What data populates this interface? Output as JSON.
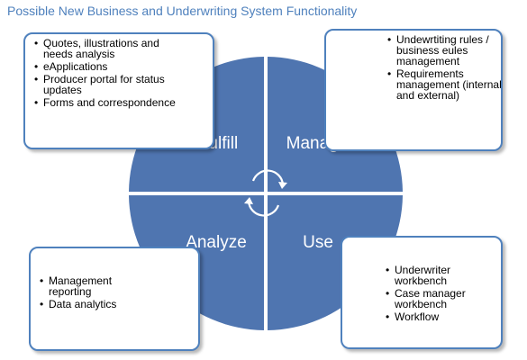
{
  "title": "Possible New Business and Underwriting System Functionality",
  "colors": {
    "accent": "#4f81bd",
    "quadrant_fill": "#4f75b0",
    "text": "#000000"
  },
  "quadrants": [
    {
      "id": "fulfill",
      "label": "Fulfill",
      "items": [
        "Quotes, illustrations and needs analysis",
        "eApplications",
        "Producer portal for status updates",
        "Forms and correspondence"
      ]
    },
    {
      "id": "manage",
      "label": "Manage",
      "items": [
        "Undewrtiting rules / business eules management",
        "Requirements management (internal and external)"
      ]
    },
    {
      "id": "analyze",
      "label": "Analyze",
      "items": [
        "Management reporting",
        "Data analytics"
      ]
    },
    {
      "id": "use",
      "label": "Use",
      "items": [
        "Underwriter workbench",
        "Case manager workbench",
        "Workflow"
      ]
    }
  ],
  "cycle_icon": "cycle-arrows-icon"
}
